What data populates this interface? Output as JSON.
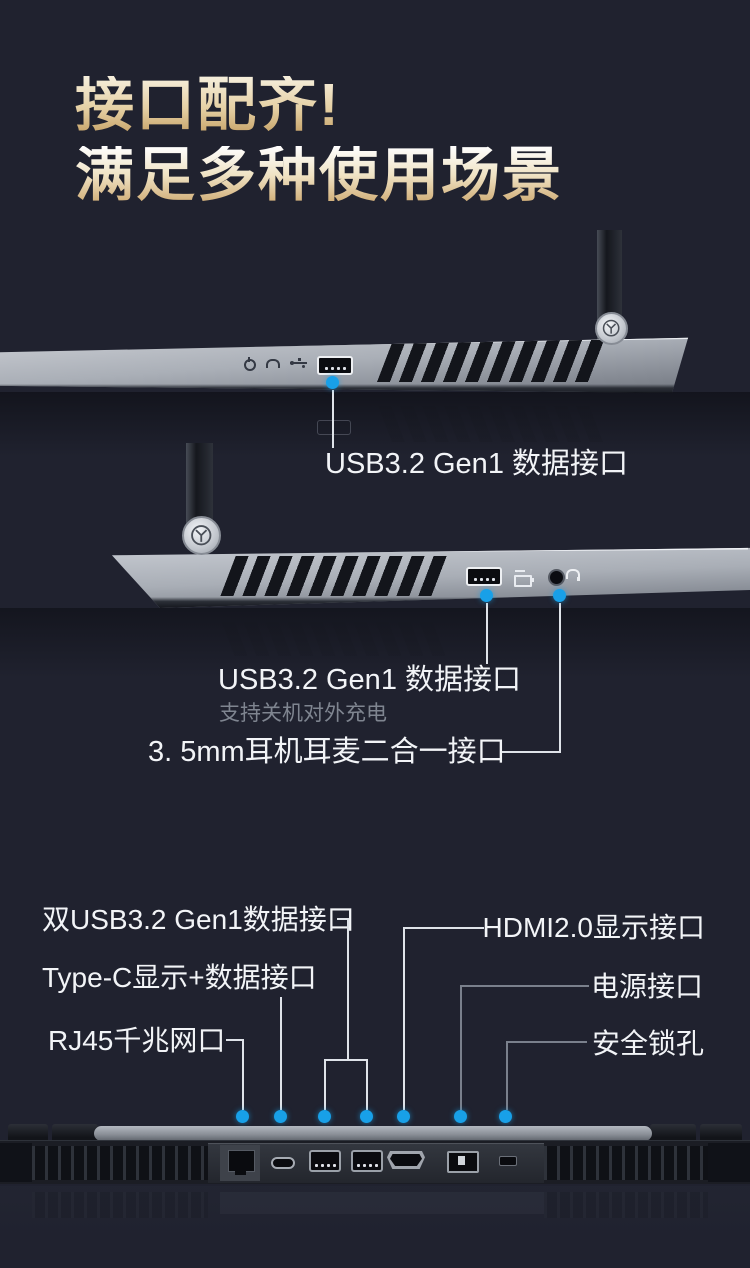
{
  "colors": {
    "background": "#20222f",
    "accent_blue": "#18a0e8",
    "gold_gradient_top": "#f6efdd",
    "gold_gradient_bottom": "#c5a166",
    "label_white": "#f2f4f7",
    "sublabel_gray": "#7f8590"
  },
  "title": {
    "line1": "接口配齐!",
    "line2": "满足多种使用场景"
  },
  "side_view_right": {
    "port_label": "USB3.2 Gen1 数据接口",
    "icons": [
      "power-icon",
      "headset-icon",
      "usb-icon",
      "usb-a-port",
      "legion-badge-icon"
    ]
  },
  "side_view_left": {
    "port_label": "USB3.2 Gen1 数据接口",
    "port_sublabel": "支持关机对外充电",
    "audio_label": "3. 5mm耳机耳麦二合一接口",
    "icons": [
      "usb-a-port",
      "battery-charge-icon",
      "audio-jack-icon",
      "headset-icon",
      "legion-badge-icon"
    ]
  },
  "rear_view": {
    "labels_left": [
      "双USB3.2 Gen1数据接口",
      "Type-C显示+数据接口",
      "RJ45千兆网口"
    ],
    "labels_right": [
      "HDMI2.0显示接口",
      "电源接口",
      "安全锁孔"
    ],
    "ports": [
      "rj45-port",
      "type-c-port",
      "usb-a-port-1",
      "usb-a-port-2",
      "hdmi-port",
      "power-port",
      "security-lock-slot"
    ]
  }
}
